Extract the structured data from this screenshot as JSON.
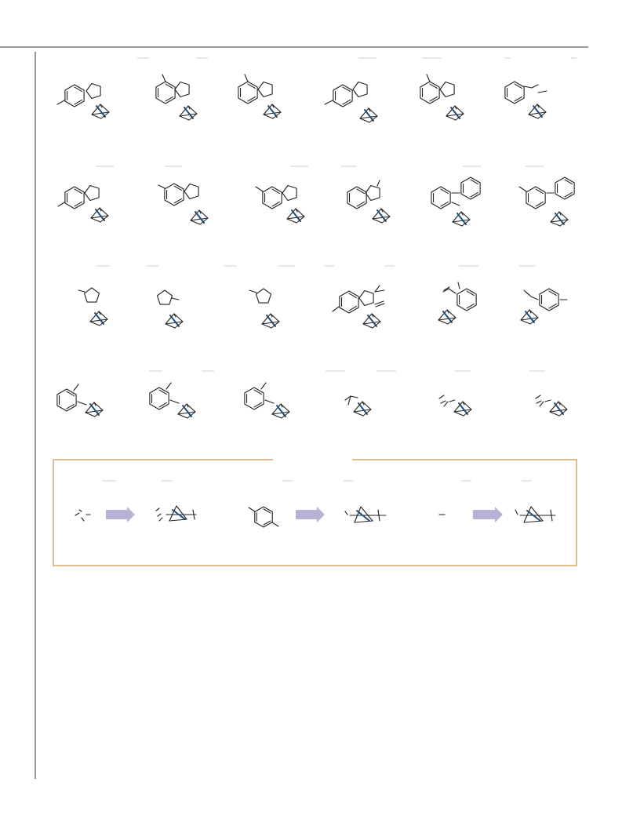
{
  "figure": {
    "rows": [
      {
        "name": "row-1-indole-benzothiophene-bcp-products",
        "count": 6
      },
      {
        "name": "row-2-benzofused-and-dibenzofuran-bcp-products",
        "count": 6
      },
      {
        "name": "row-3-thiophene-and-styrenyl-bcp-products",
        "count": 6
      },
      {
        "name": "row-4-aryl-and-alkenyl-bcp-products",
        "count": 6
      }
    ],
    "scheme_box": {
      "name": "derivatization-scheme-box",
      "transformations": 3,
      "arrow_color": "#b9b1d3",
      "border_color": "#d9a566"
    },
    "colors": {
      "bond": "#222222",
      "bcp_bridge": "#1f4e79",
      "rule": "#d6d6d6",
      "page_rule": "#333333"
    }
  }
}
